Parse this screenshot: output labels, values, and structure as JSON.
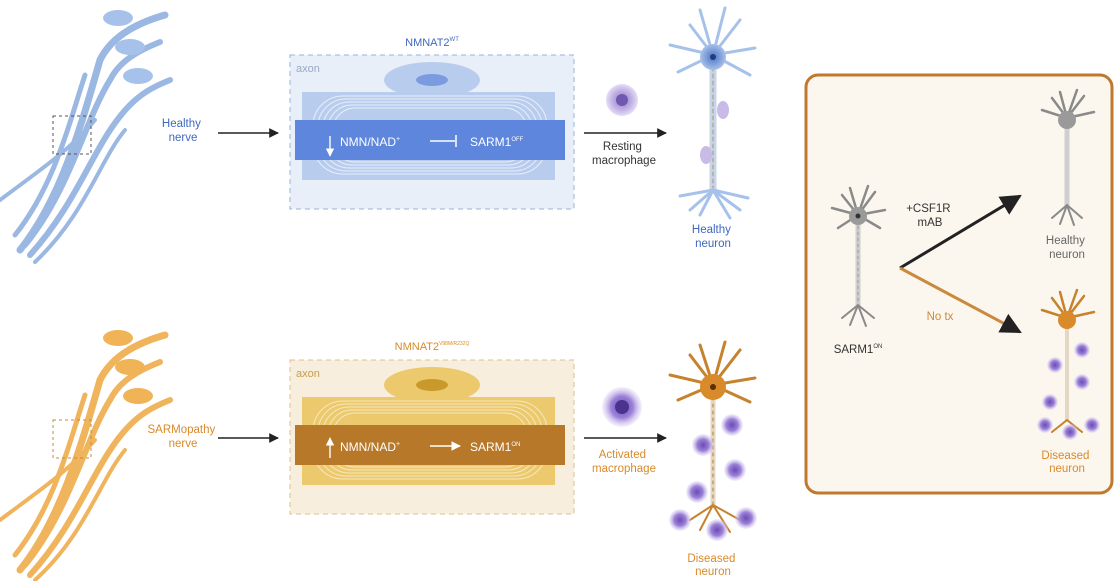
{
  "top": {
    "title": "NMNAT2",
    "title_sup": "WT",
    "axon_label": "axon",
    "nerve_label_1": "Healthy",
    "nerve_label_2": "nerve",
    "nmn_text": "NMN/NAD",
    "nmn_sup": "+",
    "sarm_text": "SARM1",
    "sarm_sup": "OFF",
    "macrophage_1": "Resting",
    "macrophage_2": "macrophage",
    "neuron_1": "Healthy",
    "neuron_2": "neuron"
  },
  "bottom": {
    "title": "NMNAT2",
    "title_sup": "V98M/R232Q",
    "axon_label": "axon",
    "nerve_label_1": "SARMopathy",
    "nerve_label_2": "nerve",
    "nmn_text": "NMN/NAD",
    "nmn_sup": "+",
    "sarm_text": "SARM1",
    "sarm_sup": "ON",
    "macrophage_1": "Activated",
    "macrophage_2": "macrophage",
    "neuron_1": "Diseased",
    "neuron_2": "neuron"
  },
  "panel": {
    "start_label": "SARM1",
    "start_sup": "ON",
    "treatment_1": "+CSF1R",
    "treatment_2": "mAB",
    "no_tx": "No tx",
    "healthy_1": "Healthy",
    "healthy_2": "neuron",
    "diseased_1": "Diseased",
    "diseased_2": "neuron"
  },
  "colors": {
    "blue": "#7fa3d6",
    "blue_dark": "#4b74c9",
    "orange": "#e8a54a",
    "orange_dark": "#b46a1e",
    "gold": "#e7c165",
    "purple": "#7b5fc1",
    "panel_border": "#c0782f",
    "panel_bg": "#fbf7ef",
    "grey_neuron": "#8a8a8a",
    "text_blue": "#3f68c0",
    "text_orange": "#d98a2b"
  }
}
